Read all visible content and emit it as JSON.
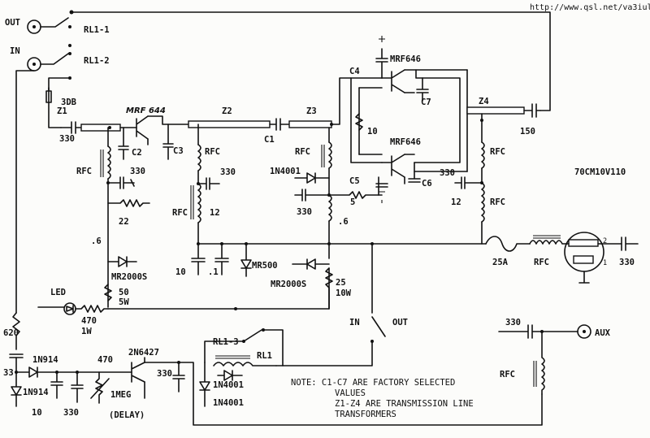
{
  "source_url": "http://www.qsl.net/va3iul",
  "model_id": "70CM10V110",
  "connectors": {
    "out": "OUT",
    "in": "IN",
    "aux": "AUX"
  },
  "relays": {
    "rl1_1": "RL1-1",
    "rl1_2": "RL1-2",
    "rl1_3": "RL1-3",
    "rl1": "RL1"
  },
  "switch": {
    "in": "IN",
    "out": "OUT"
  },
  "transformers": {
    "z1": "Z1",
    "z2": "Z2",
    "z3": "Z3",
    "z4": "Z4"
  },
  "transistors": {
    "driver": "MRF 644",
    "final_top": "MRF646",
    "final_bottom": "MRF646",
    "switch": "2N6427"
  },
  "capacitors": {
    "c1": "C1",
    "c2": "C2",
    "c3": "C3",
    "c4": "C4",
    "c5": "C5",
    "c6": "C6",
    "c7": "C7"
  },
  "values": {
    "att": "3DB",
    "v330_in": "330",
    "v330_c2": "330",
    "v330_z2": "330",
    "v330_mid": "330",
    "v330_right": "330",
    "v330_out": "330",
    "v330_aux": "330",
    "v330_2n": "330",
    "v330_bottom": "330",
    "v150": "150",
    "v10_feed": "10",
    "v10_cap": "10",
    "v10_bottom": "10",
    "v1": ".1",
    "v12_a": "12",
    "v12_b": "12",
    "v22": "22",
    "v6_a": ".6",
    "v6_b": ".6",
    "v5": "5",
    "v25": "25",
    "v10w": "10W",
    "v50": "50",
    "v5w": "5W",
    "v470_led": "470",
    "v1w": "1W",
    "v620": "620",
    "v33": "33",
    "v470_base": "470",
    "v1meg": "1MEG",
    "delay": "(DELAY)",
    "fuse": "25A"
  },
  "rfc_label": "RFC",
  "diodes": {
    "d1": "1N4001",
    "d2": "MR2000S",
    "d3": "MR500",
    "d4": "MR2000S",
    "d5": "1N914",
    "d6": "1N914",
    "d7": "1N4001",
    "d8": "1N4001"
  },
  "led": "LED",
  "meter_pins": {
    "p1": "1",
    "p2": "2"
  },
  "note": {
    "line1": "NOTE:   C1-C7 ARE FACTORY SELECTED",
    "line2": "VALUES",
    "line3": "Z1-Z4 ARE TRANSMISSION LINE",
    "line4": "TRANSFORMERS"
  }
}
